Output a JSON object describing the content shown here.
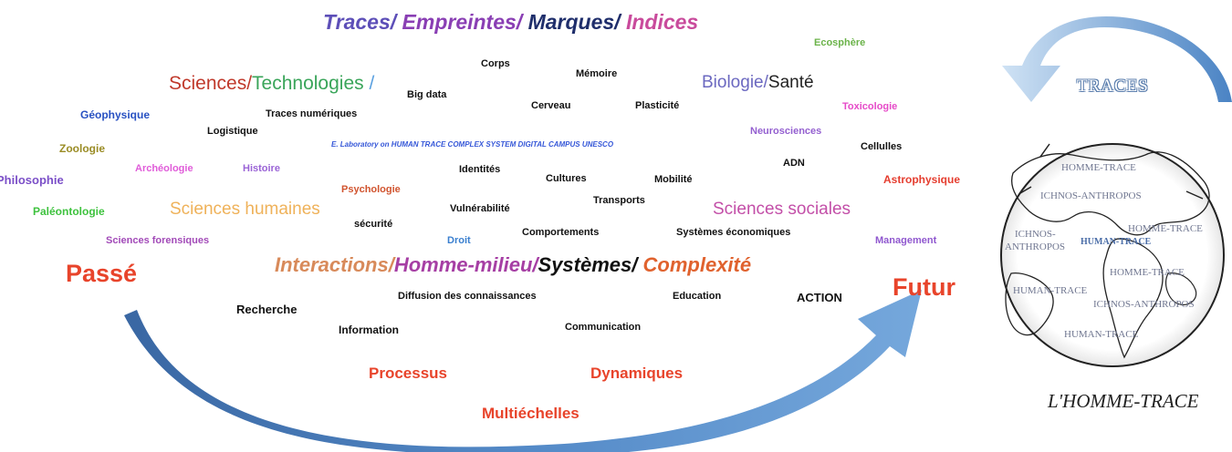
{
  "header": {
    "traces": "Traces/",
    "empreintes": "Empreintes/",
    "marques": "Marques/",
    "indices": "Indices"
  },
  "row_sciences": {
    "sciences": "Sciences/",
    "technologies": "Technologies",
    "slash": "/"
  },
  "row_bio": {
    "biologie": "Biologie/",
    "sante": "Santé"
  },
  "row_interactions": {
    "interactions": "Interactions/",
    "homme_milieu": "Homme-milieu/",
    "systemes": "Systèmes/",
    "complexite": "Complexité"
  },
  "words": {
    "ecosphere": "Ecosphère",
    "corps": "Corps",
    "memoire": "Mémoire",
    "big_data": "Big data",
    "cerveau": "Cerveau",
    "plasticite": "Plasticité",
    "toxicologie": "Toxicologie",
    "geophysique": "Géophysique",
    "traces_numeriques": "Traces numériques",
    "logistique": "Logistique",
    "neurosciences": "Neurosciences",
    "cellulles": "Cellulles",
    "zoologie": "Zoologie",
    "laboratory": "E. Laboratory on HUMAN TRACE COMPLEX SYSTEM DIGITAL CAMPUS UNESCO",
    "adn": "ADN",
    "philosophie": "Philosophie",
    "archeologie": "Archéologie",
    "histoire": "Histoire",
    "identites": "Identités",
    "cultures": "Cultures",
    "mobilite": "Mobilité",
    "astrophysique": "Astrophysique",
    "psychologie": "Psychologie",
    "paleontologie": "Paléontologie",
    "sciences_humaines": "Sciences humaines",
    "transports": "Transports",
    "vulnerabilite": "Vulnérabilité",
    "sciences_sociales": "Sciences sociales",
    "securite": "sécurité",
    "comportements": "Comportements",
    "systemes_economiques": "Systèmes économiques",
    "sciences_forensiques": "Sciences forensiques",
    "droit": "Droit",
    "management": "Management",
    "passe": "Passé",
    "futur": "Futur",
    "diffusion": "Diffusion des connaissances",
    "education": "Education",
    "action": "ACTION",
    "recherche": "Recherche",
    "information": "Information",
    "communication": "Communication",
    "processus": "Processus",
    "dynamiques": "Dynamiques",
    "multiechelles": "Multiéchelles"
  },
  "right_panel": {
    "traces_title": "TRACES",
    "caption": "L'HOMME-TRACE",
    "globe_labels": {
      "l1": "HOMME-TRACE",
      "l2": "ICHNOS-ANTHROPOS",
      "l3a": "ICHNOS-",
      "l3b": "ANTHROPOS",
      "l4": "HUMAN-TRACE",
      "l5": "HOMME-TRACE",
      "l6": "HOMME-TRACE",
      "l7": "HUMAN-TRACE",
      "l8": "ICHNOS-ANTHROPOS",
      "l9": "HUMAN-TRACE"
    }
  },
  "colors": {
    "arrow_blue": "#3f74b3",
    "arrow_light": "#9fc3e6",
    "red": "#e8442b",
    "purple": "#b43fa0",
    "navy": "#1f2e6b",
    "violet": "#5d4fb8"
  }
}
